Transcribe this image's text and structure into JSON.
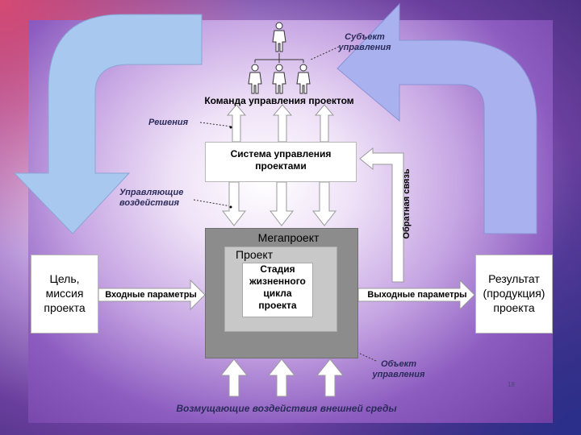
{
  "diagram": {
    "subject_label": "Субъект управления",
    "team_label": "Команда управления проектом",
    "decisions_label": "Решения",
    "control_system_label": "Система управления проектами",
    "control_actions_label": "Управляющие воздействия",
    "feedback_label": "Обратная связь",
    "goal_label": "Цель, миссия проекта",
    "input_params_label": "Входные параметры",
    "megaproject_label": "Мегапроект",
    "project_label": "Проект",
    "lifecycle_label": "Стадия жизненного цикла проекта",
    "output_params_label": "Выходные параметры",
    "result_label": "Результат (продукция) проекта",
    "object_label": "Объект управления",
    "env_label": "Возмущающие воздействия внешней среды",
    "page_number": "18"
  },
  "colors": {
    "big_arrow": "#a9c8ef",
    "big_arrow_right": "#a9b2ef",
    "outer_gray": "#8c8c8c",
    "mid_gray": "#c8c8c8",
    "inner_white": "#ffffff"
  }
}
